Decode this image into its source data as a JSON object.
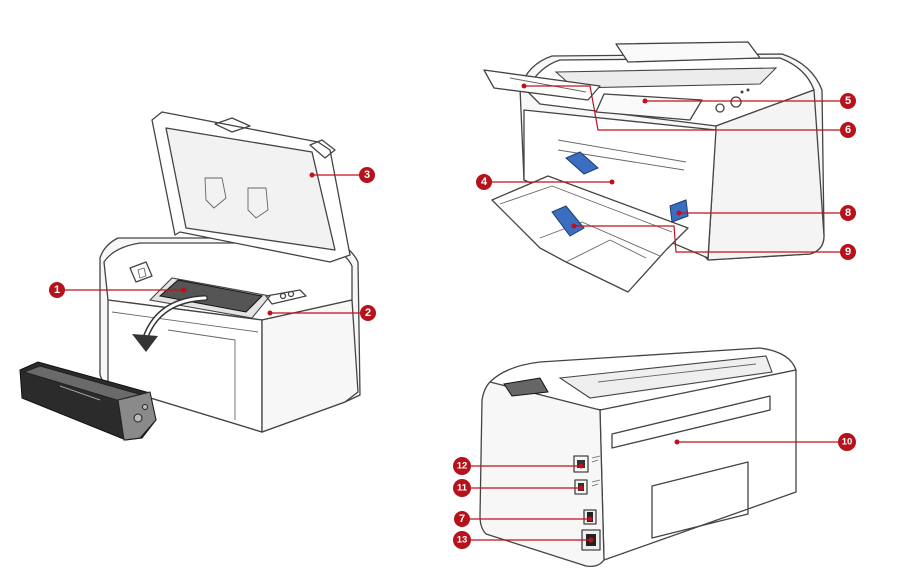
{
  "callouts": [
    {
      "id": "1",
      "label": "1"
    },
    {
      "id": "2",
      "label": "2"
    },
    {
      "id": "3",
      "label": "3"
    },
    {
      "id": "4",
      "label": "4"
    },
    {
      "id": "5",
      "label": "5"
    },
    {
      "id": "6",
      "label": "6"
    },
    {
      "id": "7",
      "label": "7"
    },
    {
      "id": "8",
      "label": "8"
    },
    {
      "id": "9",
      "label": "9"
    },
    {
      "id": "10",
      "label": "10"
    },
    {
      "id": "11",
      "label": "11"
    },
    {
      "id": "12",
      "label": "12"
    },
    {
      "id": "13",
      "label": "13"
    }
  ],
  "colors": {
    "callout": "#b5121b",
    "guide": "#3a6fbf",
    "line": "#444444"
  },
  "icons": [
    "arrow-curved-icon",
    "ethernet-port-icon",
    "usb-port-icon",
    "power-switch-icon",
    "power-socket-icon"
  ]
}
